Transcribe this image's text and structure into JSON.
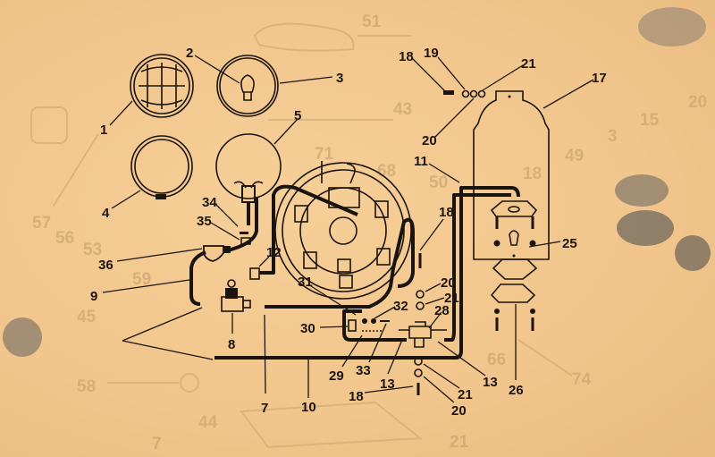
{
  "callouts": {
    "c1": "1",
    "c2": "2",
    "c3": "3",
    "c4": "4",
    "c5": "5",
    "c7": "7",
    "c8": "8",
    "c9": "9",
    "c10": "10",
    "c11": "11",
    "c12": "12",
    "c13a": "13",
    "c13b": "13",
    "c17": "17",
    "c18a": "18",
    "c18b": "18",
    "c18c": "18",
    "c19": "19",
    "c20a": "20",
    "c20b": "20",
    "c20c": "20",
    "c21a": "21",
    "c21b": "21",
    "c21c": "21",
    "c25": "25",
    "c26": "26",
    "c28": "28",
    "c29": "29",
    "c30": "30",
    "c31": "31",
    "c32": "32",
    "c33": "33",
    "c34": "34",
    "c35": "35",
    "c36": "36"
  },
  "ghost_labels": [
    "51",
    "43",
    "71",
    "68",
    "50",
    "18",
    "49",
    "3",
    "15",
    "20",
    "57",
    "56",
    "53",
    "59",
    "45",
    "58",
    "44",
    "7",
    "21",
    "74",
    "66"
  ],
  "colors": {
    "paper": "#f3c88f",
    "ink": "#1c1410",
    "ghost": "#cfa772"
  }
}
